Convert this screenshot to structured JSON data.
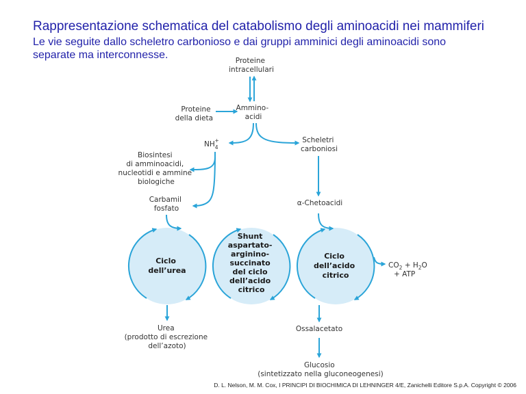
{
  "title": "Rappresentazione schematica del catabolismo degli aminoacidi nei mammiferi",
  "subtitle": "Le vie seguite dallo scheletro carbonioso e dai gruppi amminici degli aminoacidi sono separate ma interconnesse.",
  "colors": {
    "title": "#2222aa",
    "arrow": "#2aa4d8",
    "cycle_fill": "#d6ecf8",
    "text": "#333333"
  },
  "nodes": {
    "proteine_intracellulari": [
      "Proteine",
      "intracellulari"
    ],
    "amminoacidi": [
      "Ammino-",
      "acidi"
    ],
    "proteine_dieta": [
      "Proteine",
      "della dieta"
    ],
    "nh4": {
      "base": "NH",
      "sub": "4",
      "sup": "+"
    },
    "scheletri": [
      "Scheletri",
      "carboniosi"
    ],
    "biosintesi": [
      "Biosintesi",
      "di amminoacidi,",
      "nucleotidi e ammine",
      "biologiche"
    ],
    "carbamil": [
      "Carbamil",
      "fosfato"
    ],
    "chetoacidi": "α-Chetoacidi",
    "ciclo_urea": [
      "Ciclo",
      "dell’urea"
    ],
    "shunt": [
      "Shunt",
      "aspartato-",
      "arginino-",
      "succinato",
      "del ciclo",
      "dell’acido",
      "citrico"
    ],
    "ciclo_citrico": [
      "Ciclo",
      "dell’acido",
      "citrico"
    ],
    "co2": {
      "a": "CO",
      "a_sub": "2",
      "b": " + H",
      "b_sub": "2",
      "c": "O",
      "line2": "+ ATP"
    },
    "urea": [
      "Urea",
      "(prodotto di escrezione",
      "dell’azoto)"
    ],
    "ossalacetato": "Ossalacetato",
    "glucosio": [
      "Glucosio",
      "(sintetizzato nella gluconeogenesi)"
    ]
  },
  "footer": "D. L. Nelson, M. M. Cox, I PRINCIPI DI BIOCHIMICA DI LEHNINGER 4/E,  Zanichelli Editore S.p.A. Copyright © 2006"
}
